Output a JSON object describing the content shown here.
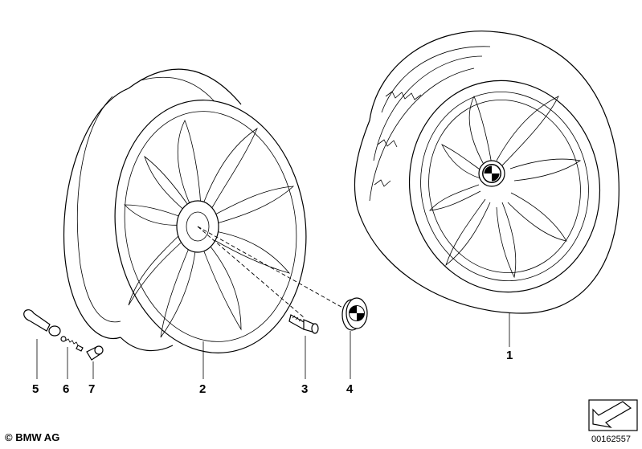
{
  "callouts": {
    "tire_wheel": "1",
    "rim": "2",
    "bolt": "3",
    "hub_cap": "4",
    "valve": "5",
    "valve_core": "6",
    "valve_cap": "7"
  },
  "footer": {
    "copyright": "© BMW AG",
    "doc_number": "00162557"
  }
}
